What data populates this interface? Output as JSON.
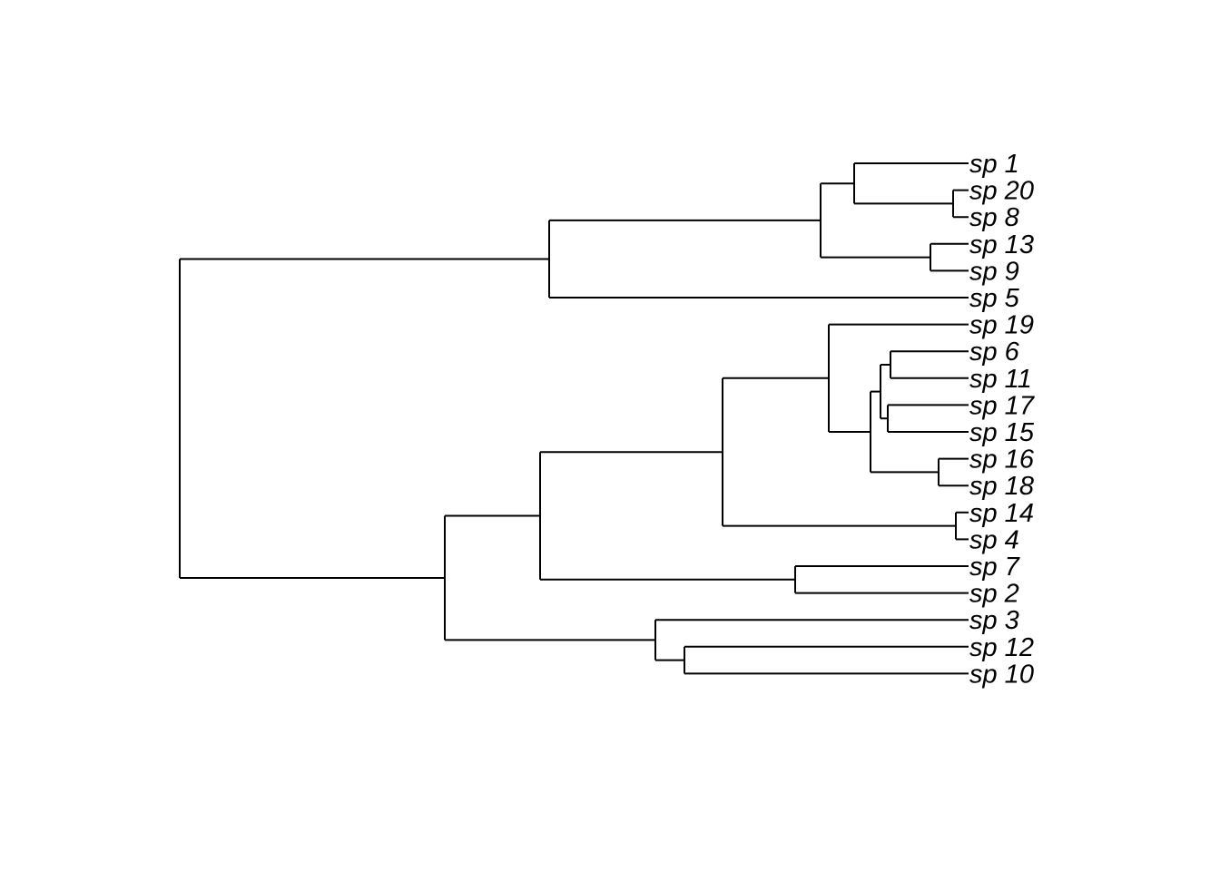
{
  "tree": {
    "tips": [
      {
        "id": "t1",
        "label": "sp 1"
      },
      {
        "id": "t20",
        "label": "sp 20"
      },
      {
        "id": "t8",
        "label": "sp 8"
      },
      {
        "id": "t13",
        "label": "sp 13"
      },
      {
        "id": "t9",
        "label": "sp 9"
      },
      {
        "id": "t5",
        "label": "sp 5"
      },
      {
        "id": "t19",
        "label": "sp 19"
      },
      {
        "id": "t6",
        "label": "sp 6"
      },
      {
        "id": "t11",
        "label": "sp 11"
      },
      {
        "id": "t17",
        "label": "sp 17"
      },
      {
        "id": "t15",
        "label": "sp 15"
      },
      {
        "id": "t16",
        "label": "sp 16"
      },
      {
        "id": "t18",
        "label": "sp 18"
      },
      {
        "id": "t14",
        "label": "sp 14"
      },
      {
        "id": "t4",
        "label": "sp 4"
      },
      {
        "id": "t7",
        "label": "sp 7"
      },
      {
        "id": "t2",
        "label": "sp 2"
      },
      {
        "id": "t3",
        "label": "sp 3"
      },
      {
        "id": "t12",
        "label": "sp 12"
      },
      {
        "id": "t10",
        "label": "sp 10"
      }
    ],
    "newick_topology": "((((sp 1,(sp 20,sp 8)),(sp 13,sp 9)),sp 5),(((((sp 19,(((sp 6,sp 11),(sp 17,sp 15)),(sp 16,sp 18))),(sp 14,sp 4)),(sp 7,sp 2)),(sp 3,(sp 12,sp 10)))))",
    "line_color": "#000000"
  }
}
